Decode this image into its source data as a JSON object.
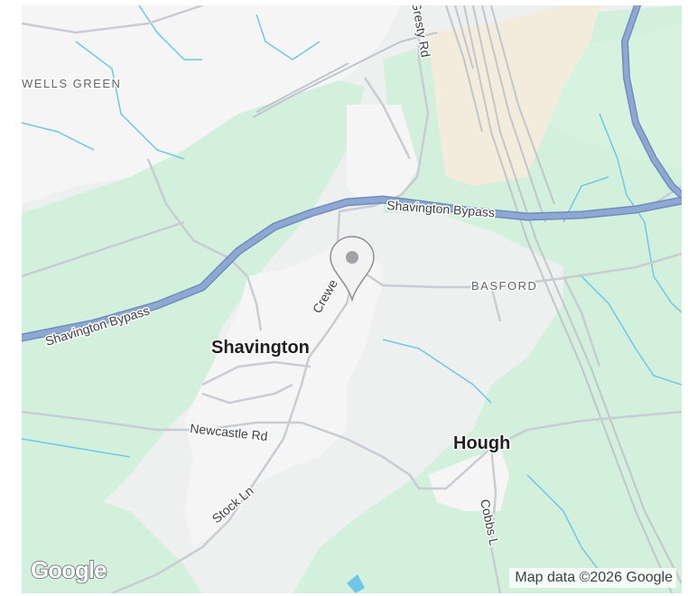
{
  "map": {
    "places": {
      "wells_green": "WELLS GREEN",
      "basford": "BASFORD",
      "shavington": "Shavington",
      "hough": "Hough"
    },
    "roads": {
      "gresty_rd": "Gresty Rd",
      "bypass_east": "Shavington Bypass",
      "bypass_west": "Shavington Bypass",
      "crewe_rd": "Crewe",
      "newcastle_rd": "Newcastle Rd",
      "stock_ln": "Stock Ln",
      "cobbs_ln": "Cobbs L"
    },
    "colors": {
      "background": "#eef0f0",
      "green": "#d3f0dd",
      "urban": "#f5f5f6",
      "industrial": "#f3ecdd",
      "major_road": "#7f9ac7",
      "minor_road": "#c8ccd3",
      "water": "#6fc7e8"
    },
    "marker_icon": "map-pin-icon"
  },
  "attribution": "Map data ©2026 Google",
  "logo": "Google"
}
